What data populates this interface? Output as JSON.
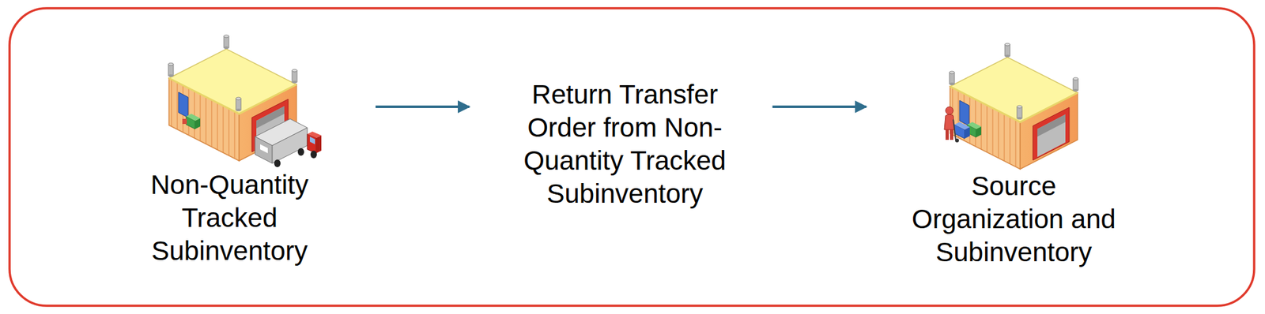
{
  "diagram": {
    "nodes": [
      {
        "text": [
          "Non-Quantity Tracked Subinventory"
        ]
      },
      {
        "text": [
          "Return Transfer Order from Non-Quantity Tracked Subinventory"
        ]
      },
      {
        "text": [
          "Source Organization and Subinventory"
        ]
      }
    ],
    "edges": [
      {
        "from": 0,
        "to": 1,
        "arrow": "to"
      },
      {
        "from": 1,
        "to": 2,
        "arrow": "to"
      }
    ]
  }
}
